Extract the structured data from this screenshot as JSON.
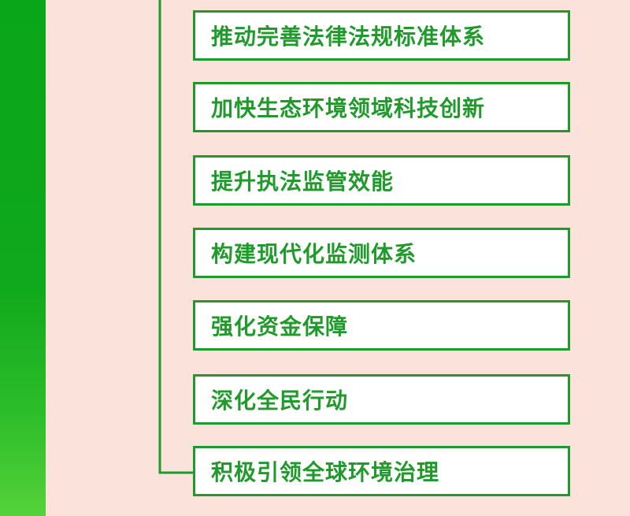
{
  "items": [
    {
      "label": "推动完善法律法规标准体系"
    },
    {
      "label": "加快生态环境领域科技创新"
    },
    {
      "label": "提升执法监管效能"
    },
    {
      "label": "构建现代化监测体系"
    },
    {
      "label": "强化资金保障"
    },
    {
      "label": "深化全民行动"
    },
    {
      "label": "积极引领全球环境治理"
    }
  ],
  "colors": {
    "background": "#fbe3dc",
    "accent_green": "#1f9a2b",
    "side_bar_green": "#0aa61a",
    "box_fill": "#ffffff"
  }
}
